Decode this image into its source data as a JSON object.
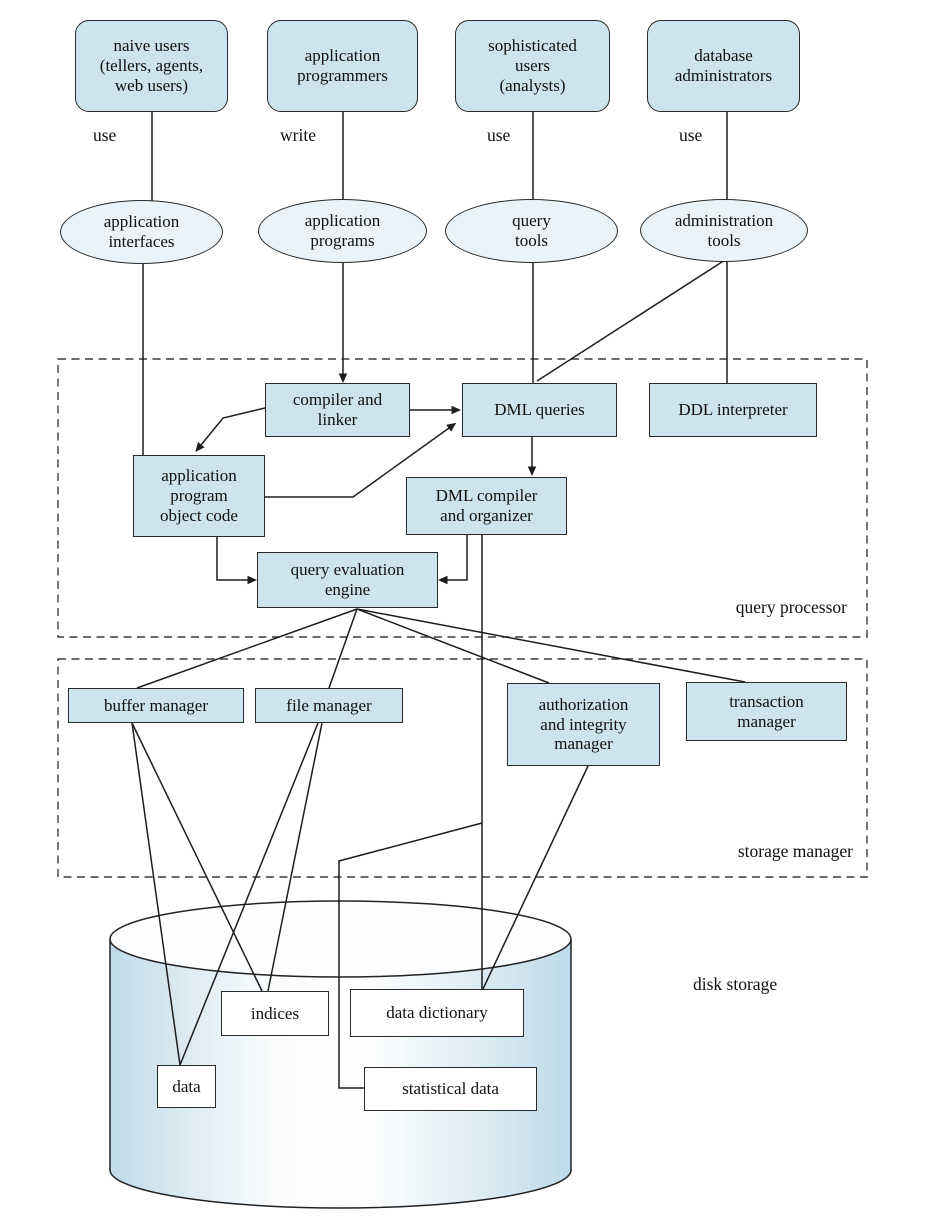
{
  "colors": {
    "node_fill": "#cde3ee",
    "ellipse_fill": "#e9f3f9",
    "line": "#1d1d1d",
    "text": "#101010"
  },
  "user_groups": [
    {
      "label": "naive users\n(tellers, agents,\nweb users)",
      "action": "use"
    },
    {
      "label": "application\nprogrammers",
      "action": "write"
    },
    {
      "label": "sophisticated\nusers\n(analysts)",
      "action": "use"
    },
    {
      "label": "database\nadministrators",
      "action": "use"
    }
  ],
  "tools": [
    {
      "label": "application\ninterfaces"
    },
    {
      "label": "application\nprograms"
    },
    {
      "label": "query\ntools"
    },
    {
      "label": "administration\ntools"
    }
  ],
  "query_processor": {
    "section_label": "query processor",
    "nodes": {
      "compiler_linker": {
        "label": "compiler and\nlinker"
      },
      "dml_queries": {
        "label": "DML queries"
      },
      "ddl_interpreter": {
        "label": "DDL interpreter"
      },
      "app_object_code": {
        "label": "application\nprogram\nobject code"
      },
      "dml_compiler": {
        "label": "DML compiler\nand organizer"
      },
      "query_eval_engine": {
        "label": "query evaluation\nengine"
      }
    }
  },
  "storage_manager": {
    "section_label": "storage manager",
    "nodes": {
      "buffer_manager": {
        "label": "buffer manager"
      },
      "file_manager": {
        "label": "file manager"
      },
      "auth_integrity_manager": {
        "label": "authorization\nand integrity\nmanager"
      },
      "transaction_manager": {
        "label": "transaction\nmanager"
      }
    }
  },
  "disk_storage": {
    "section_label": "disk storage",
    "nodes": {
      "indices": {
        "label": "indices"
      },
      "data_dictionary": {
        "label": "data dictionary"
      },
      "data": {
        "label": "data"
      },
      "statistical_data": {
        "label": "statistical data"
      }
    }
  }
}
